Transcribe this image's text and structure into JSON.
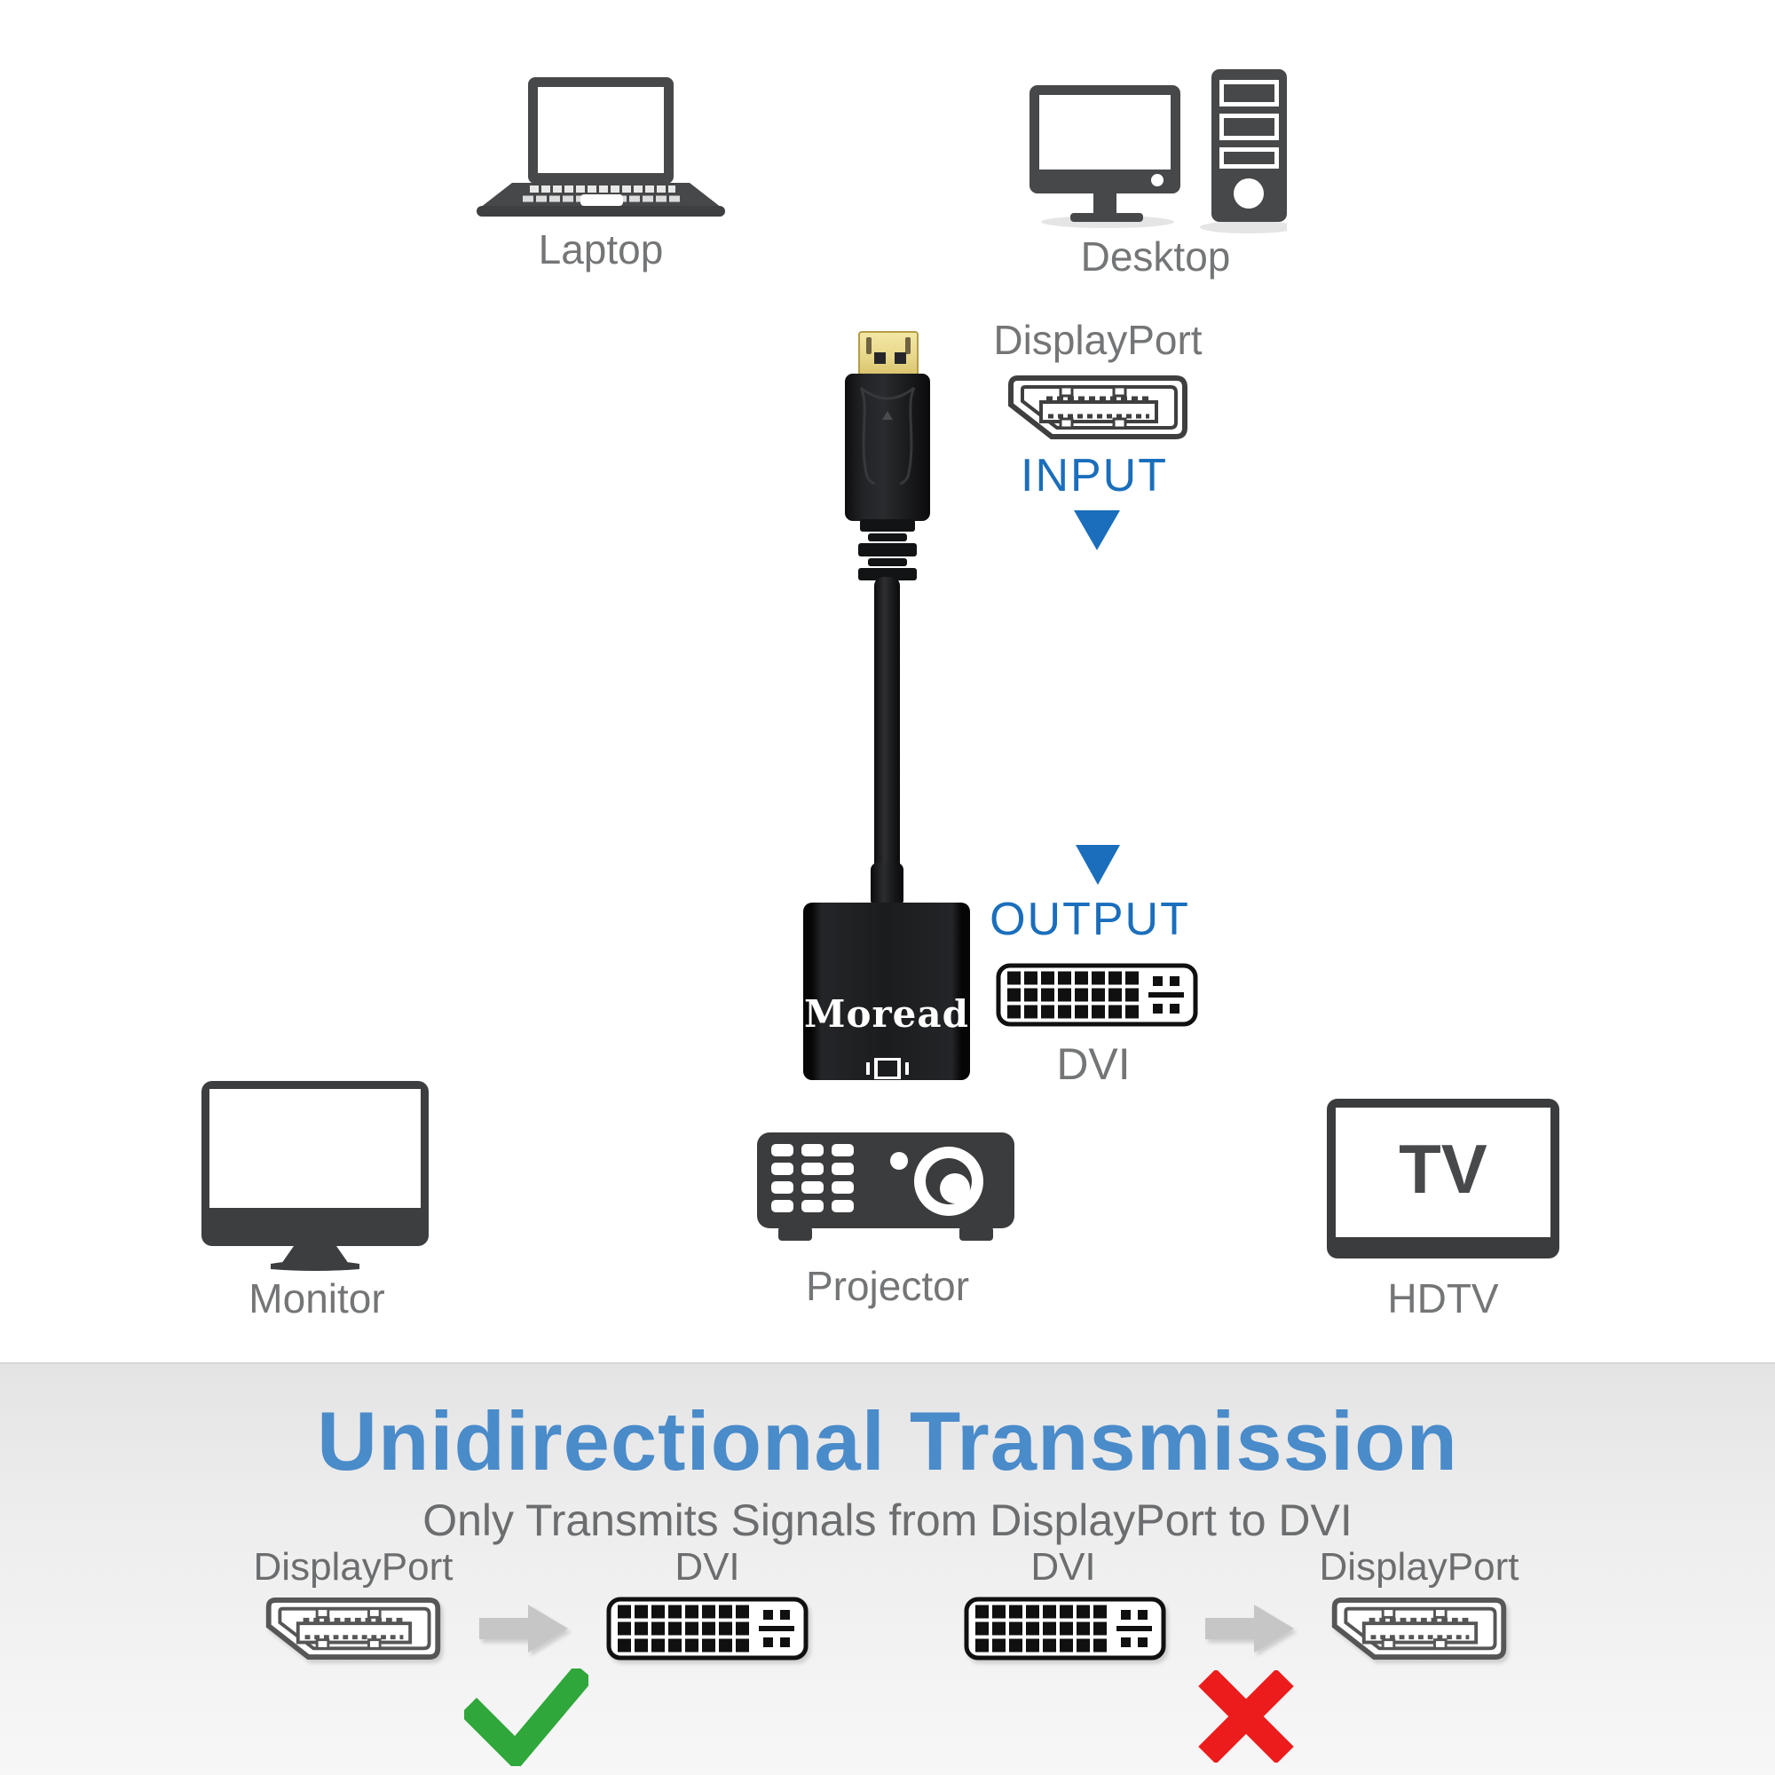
{
  "labels": {
    "laptop": "Laptop",
    "desktop": "Desktop",
    "displayport_top": "DisplayPort",
    "input": "INPUT",
    "output": "OUTPUT",
    "dvi_out": "DVI",
    "brand": "Moread",
    "monitor": "Monitor",
    "projector": "Projector",
    "hdtv": "HDTV",
    "tv_screen": "TV"
  },
  "banner": {
    "title": "Unidirectional Transmission",
    "subtitle": "Only Transmits Signals from DisplayPort to DVI",
    "flow_allowed": {
      "source": "DisplayPort",
      "target": "DVI",
      "result": "allowed"
    },
    "flow_blocked": {
      "source": "DVI",
      "target": "DisplayPort",
      "result": "blocked"
    }
  },
  "colors": {
    "accent_blue": "#1a6ebc",
    "title_blue": "#4a8bca",
    "allowed_green": "#2fa73a",
    "blocked_red": "#ed1c1c",
    "icon_dark_gray": "#46484a",
    "label_gray": "#737577",
    "gold": "#e8d88b",
    "banner_gray": "#ededed"
  }
}
